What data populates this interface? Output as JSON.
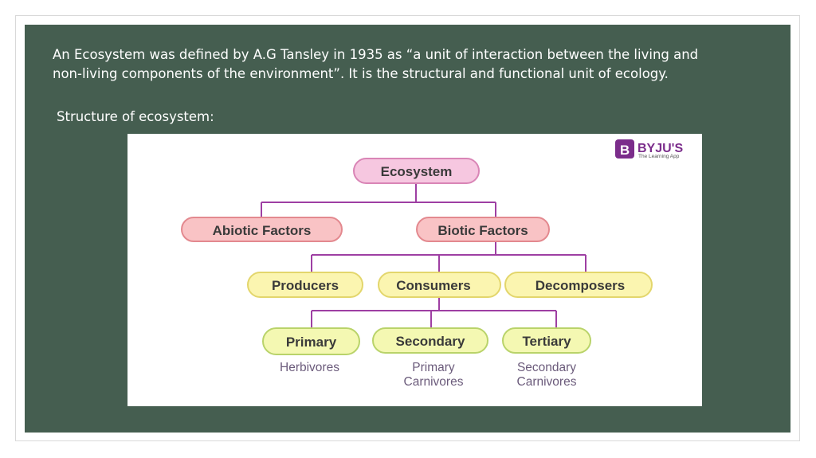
{
  "intro_text": "An Ecosystem was defined by A.G Tansley in 1935 as “a unit of interaction between the living and non-living components of the environment”. It is the structural and functional unit of ecology.",
  "structure_heading": "Structure of ecosystem:",
  "logo": {
    "letter": "B",
    "name": "BYJU'S",
    "tagline": "The Learning App",
    "color": "#7b2d8b"
  },
  "diagram": {
    "root": "Ecosystem",
    "level1": [
      "Abiotic Factors",
      "Biotic Factors"
    ],
    "level2": [
      "Producers",
      "Consumers",
      "Decomposers"
    ],
    "level3": [
      {
        "label": "Primary",
        "desc_line1": "Herbivores",
        "desc_line2": ""
      },
      {
        "label": "Secondary",
        "desc_line1": "Primary",
        "desc_line2": "Carnivores"
      },
      {
        "label": "Tertiary",
        "desc_line1": "Secondary",
        "desc_line2": "Carnivores"
      }
    ],
    "colors": {
      "root_fill": "#f6c7e0",
      "root_stroke": "#d985b6",
      "level1_fill": "#f9c3c5",
      "level1_stroke": "#e3898f",
      "level2_fill": "#fbf5b0",
      "level2_stroke": "#e3d66c",
      "level3_fill": "#f4f8b2",
      "level3_stroke": "#b9d36a",
      "connector": "#9e3fa3",
      "text": "#3a3a3a",
      "desc_text": "#6b5b7b"
    }
  }
}
